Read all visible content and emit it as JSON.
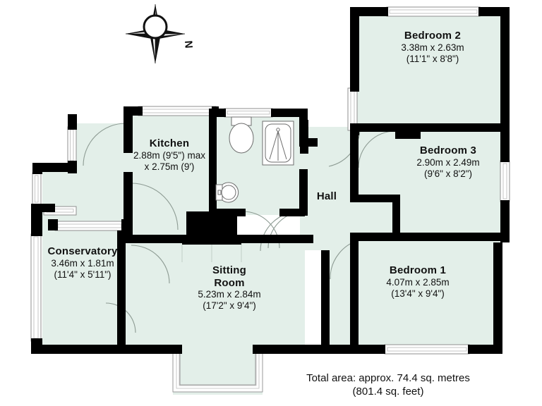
{
  "document": {
    "type": "floor-plan",
    "compass": {
      "label": "N",
      "icon": "compass-rose-icon"
    },
    "colors": {
      "room_fill": "#e3efe9",
      "wall": "#000000",
      "window_frame": "#ffffff",
      "window_outline": "#8a8a8a",
      "text": "#111111",
      "background": "#ffffff"
    }
  },
  "rooms": [
    {
      "id": "bedroom-2",
      "name": "Bedroom 2",
      "dim_metric": "3.38m x 2.63m",
      "dim_imperial": "(11'1\" x 8'8\")"
    },
    {
      "id": "bedroom-3",
      "name": "Bedroom 3",
      "dim_metric": "2.90m x 2.49m",
      "dim_imperial": "(9'6\" x 8'2\")"
    },
    {
      "id": "bedroom-1",
      "name": "Bedroom 1",
      "dim_metric": "4.07m x 2.85m",
      "dim_imperial": "(13'4\" x 9'4\")"
    },
    {
      "id": "kitchen",
      "name": "Kitchen",
      "dim_metric": "2.88m (9'5\") max",
      "dim_imperial": "x 2.75m (9')"
    },
    {
      "id": "conservatory",
      "name": "Conservatory",
      "dim_metric": "3.46m x 1.81m",
      "dim_imperial": "(11'4\" x 5'11\")"
    },
    {
      "id": "sitting-room",
      "name": "Sitting",
      "name2": "Room",
      "dim_metric": "5.23m x 2.84m",
      "dim_imperial": "(17'2\" x 9'4\")"
    },
    {
      "id": "hall",
      "name": "Hall",
      "dim_metric": "",
      "dim_imperial": ""
    }
  ],
  "fixtures": [
    {
      "id": "toilet",
      "icon": "toilet-icon"
    },
    {
      "id": "bath",
      "icon": "bath-icon"
    },
    {
      "id": "basin",
      "icon": "wash-basin-icon"
    },
    {
      "id": "fireplace",
      "icon": "fireplace-icon"
    }
  ],
  "footer": {
    "total_area_metric": "Total area: approx. 74.4 sq. metres",
    "total_area_imperial": "(801.4 sq. feet)"
  }
}
